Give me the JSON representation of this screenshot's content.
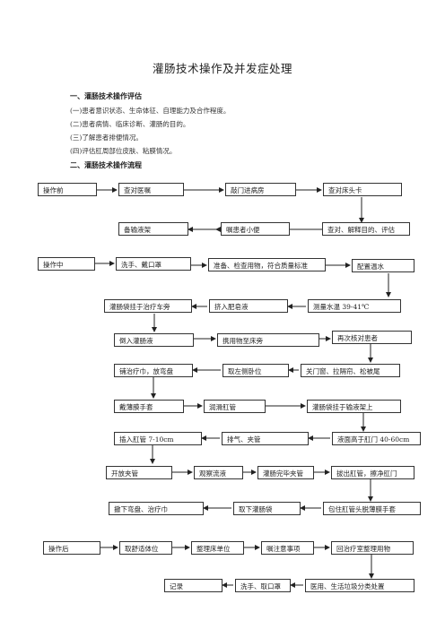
{
  "title": "灌肠技术操作及并发症处理",
  "section1": {
    "heading": "一、灌肠技术操作评估",
    "items": [
      "(一)患者意识状态、生命体征、自理能力及合作程度。",
      "(二)患者病情、临床诊断、灌肠的目的。",
      "(三)了解患者排便情况。",
      "(四)评估肛周部位皮肤、粘膜情况。"
    ]
  },
  "section2": {
    "heading": "二、灌肠技术操作流程"
  },
  "flow": {
    "pre_label": "操作前",
    "check_order": "查对医嘱",
    "knock_door": "敲门进病房",
    "check_card": "查对床头卡",
    "prep_stand": "备输液架",
    "tell_pee": "嘱患者小便",
    "explain": "查对、解释目的、评估",
    "mid_label": "操作中",
    "wash_hands": "洗手、戴口罩",
    "prep_items": "准备、检查用物，符合质量标准",
    "mix_water": "配置温水",
    "hang_bag": "灌肠袋挂于治疗车旁",
    "squeeze_soap": "挤入肥皂液",
    "measure_temp": "测量水温 39-41℃",
    "pour_liquid": "倒入灌肠液",
    "carry_items": "携用物至床旁",
    "recheck": "再次核对患者",
    "lay_towel": "铺治疗巾，放弯盘",
    "left_side": "取左侧卧位",
    "close_window": "关门窗、拉隔帘、松被尾",
    "gloves": "戴薄膜手套",
    "lubricate": "润滑肛管",
    "hang_rack": "灌肠袋挂于输液架上",
    "insert_tube": "插入肛管 7-10cm",
    "expel_air": "排气、夹管",
    "liquid_height": "液面高于肛门 40-60cm",
    "open_clamp": "开放夹管",
    "observe": "观察流液",
    "clamp_done": "灌肠完毕夹管",
    "pull_tube": "拔出肛管，擦净肛门",
    "remove_tray": "撤下弯盘、治疗巾",
    "remove_bag": "取下灌肠袋",
    "wrap_tube": "包住肛管头脱薄膜手套",
    "post_label": "操作后",
    "comfort_pos": "取舒适体位",
    "tidy_bed": "整理床单位",
    "notes": "嘱注意事项",
    "return_room": "回治疗室整理用物",
    "record": "记录",
    "wash_mask": "洗手、取口罩",
    "waste_sort": "医用、生活垃圾分类处置"
  }
}
